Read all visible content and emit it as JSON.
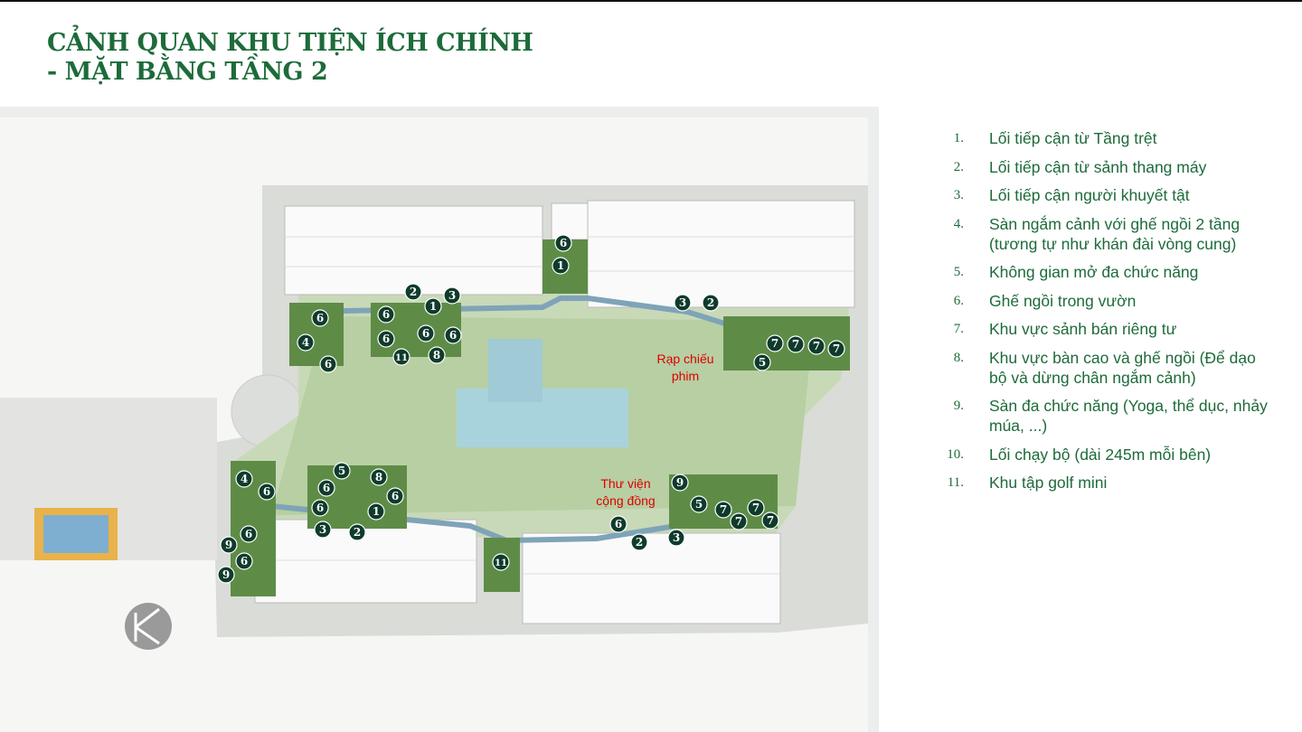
{
  "title": {
    "line1": "CẢNH QUAN KHU TIỆN ÍCH CHÍNH",
    "line2": "- MẶT BẰNG TẦNG 2"
  },
  "plan": {
    "labels": {
      "cinema": "Rạp chiếu phim",
      "library": "Thư viện cộng đồng"
    },
    "markers": [
      "6",
      "1",
      "2",
      "3",
      "1",
      "6",
      "6",
      "4",
      "6",
      "6",
      "6",
      "11",
      "8",
      "6",
      "3",
      "2",
      "7",
      "7",
      "7",
      "7",
      "5",
      "4",
      "6",
      "5",
      "8",
      "6",
      "6",
      "6",
      "1",
      "3",
      "2",
      "6",
      "9",
      "6",
      "9",
      "11",
      "9",
      "5",
      "7",
      "7",
      "7",
      "7",
      "6",
      "2",
      "3"
    ],
    "colors": {
      "marker": "#0f3b2c",
      "label": "#dd0000",
      "green": "#6f9a55",
      "path": "#7fa3b8"
    }
  },
  "legend": [
    {
      "num": "1.",
      "text": "Lối tiếp cận từ Tầng trệt"
    },
    {
      "num": "2.",
      "text": "Lối tiếp cận từ sảnh thang máy"
    },
    {
      "num": "3.",
      "text": "Lối tiếp cận người khuyết tật"
    },
    {
      "num": "4.",
      "text": "Sàn ngắm cảnh với ghế ngồi 2 tầng (tương tự như khán đài vòng cung)"
    },
    {
      "num": "5.",
      "text": "Không gian mở đa chức năng"
    },
    {
      "num": "6.",
      "text": "Ghế ngồi trong vườn"
    },
    {
      "num": "7.",
      "text": "Khu vực sảnh bán riêng tư"
    },
    {
      "num": "8.",
      "text": "Khu vực bàn cao và ghế ngồi (Để dạo bộ và dừng chân ngắm cảnh)"
    },
    {
      "num": "9.",
      "text": "Sàn đa chức năng (Yoga, thể dục, nhảy múa, ...)"
    },
    {
      "num": "10.",
      "text": "Lối chạy bộ (dài 245m mỗi bên)"
    },
    {
      "num": "11.",
      "text": "Khu tập golf mini"
    }
  ]
}
